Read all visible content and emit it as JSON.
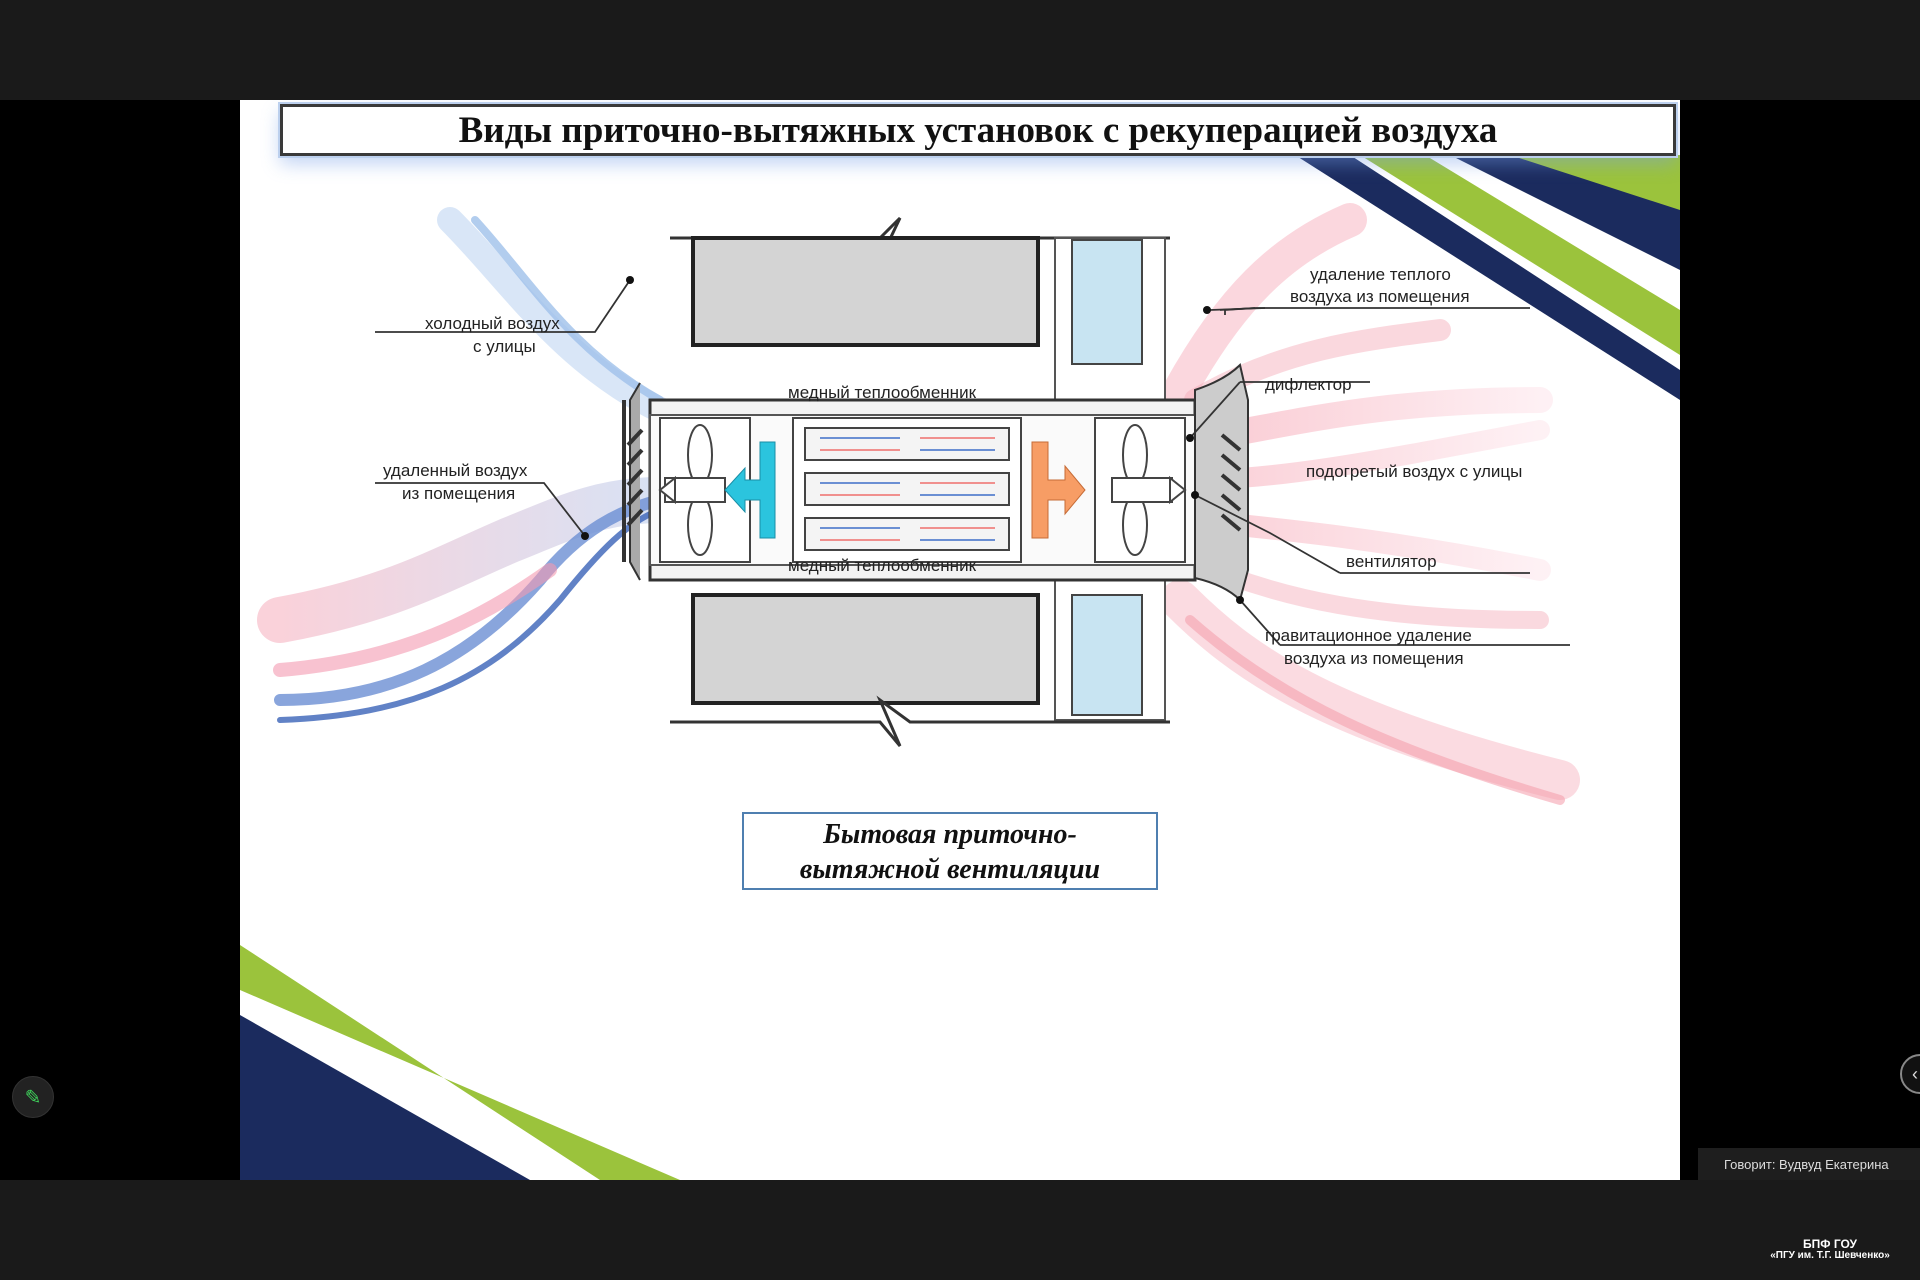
{
  "slide": {
    "title": "Виды приточно-вытяжных установок с рекуперацией воздуха",
    "caption_line1": "Бытовая приточно-",
    "caption_line2": "вытяжной вентиляции"
  },
  "diagram": {
    "labels": {
      "cold_air_1": "холодный воздух",
      "cold_air_2": "с улицы",
      "exhaust_1": "удаленный воздух",
      "exhaust_2": "из помещения",
      "hx_top": "медный теплообменник",
      "hx_bottom": "медный теплообменник",
      "warm_removal_1": "удаление теплого",
      "warm_removal_2": "воздуха из помещения",
      "deflector": "дифлектор",
      "heated_air": "подогретый воздух с улицы",
      "fan": "вентилятор",
      "gravity_1": "гравитационное удаление",
      "gravity_2": "воздуха из помещения"
    }
  },
  "call": {
    "speaker": "Говорит: Вудвуд Екатерина",
    "watermark_line1": "БПФ ГОУ",
    "watermark_line2": "«ПГУ им. Т.Г. Шевченко»"
  },
  "icons": {
    "pencil": "pencil-icon",
    "collapse": "chevron-left-icon"
  },
  "colors": {
    "accent_green": "#9bc33c",
    "accent_navy": "#1b2b5e",
    "cold_flow": "#8fb8e8",
    "warm_flow": "#f4a3b4",
    "supply_fan": "#2bc4de",
    "exhaust_fan": "#f79d65"
  }
}
